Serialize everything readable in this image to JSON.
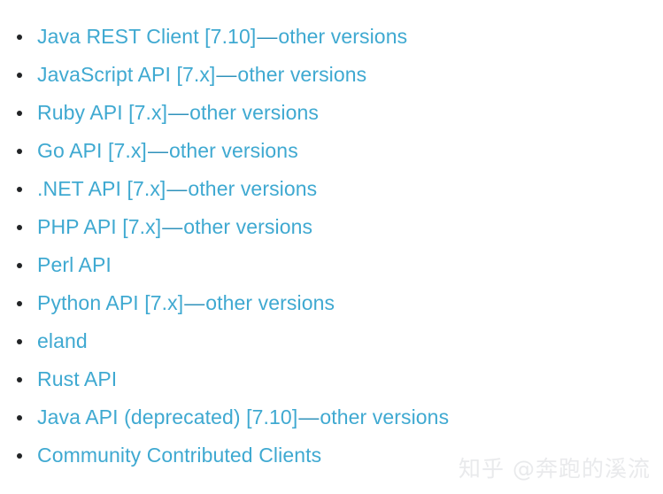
{
  "page": {
    "background_color": "#ffffff",
    "link_color": "#3fa9d1",
    "dash_color": "#2f92bb",
    "bullet_color": "#222426",
    "separator": "—"
  },
  "list": {
    "items": [
      {
        "label": "Java REST Client [7.10]",
        "separator": "—",
        "other_versions_label": "other versions",
        "has_other_versions": true
      },
      {
        "label": "JavaScript API [7.x]",
        "separator": "—",
        "other_versions_label": "other versions",
        "has_other_versions": true
      },
      {
        "label": "Ruby API [7.x]",
        "separator": "—",
        "other_versions_label": "other versions",
        "has_other_versions": true
      },
      {
        "label": "Go API [7.x]",
        "separator": "—",
        "other_versions_label": "other versions",
        "has_other_versions": true
      },
      {
        "label": ".NET API [7.x]",
        "separator": "—",
        "other_versions_label": "other versions",
        "has_other_versions": true
      },
      {
        "label": "PHP API [7.x]",
        "separator": "—",
        "other_versions_label": "other versions",
        "has_other_versions": true
      },
      {
        "label": "Perl API",
        "separator": "",
        "other_versions_label": "",
        "has_other_versions": false
      },
      {
        "label": "Python API [7.x]",
        "separator": "—",
        "other_versions_label": "other versions",
        "has_other_versions": true
      },
      {
        "label": "eland",
        "separator": "",
        "other_versions_label": "",
        "has_other_versions": false
      },
      {
        "label": "Rust API",
        "separator": "",
        "other_versions_label": "",
        "has_other_versions": false
      },
      {
        "label": "Java API (deprecated) [7.10]",
        "separator": "—",
        "other_versions_label": "other versions",
        "has_other_versions": true
      },
      {
        "label": "Community Contributed Clients",
        "separator": "",
        "other_versions_label": "",
        "has_other_versions": false
      }
    ]
  },
  "watermark": {
    "text": "知乎 @奔跑的溪流"
  }
}
